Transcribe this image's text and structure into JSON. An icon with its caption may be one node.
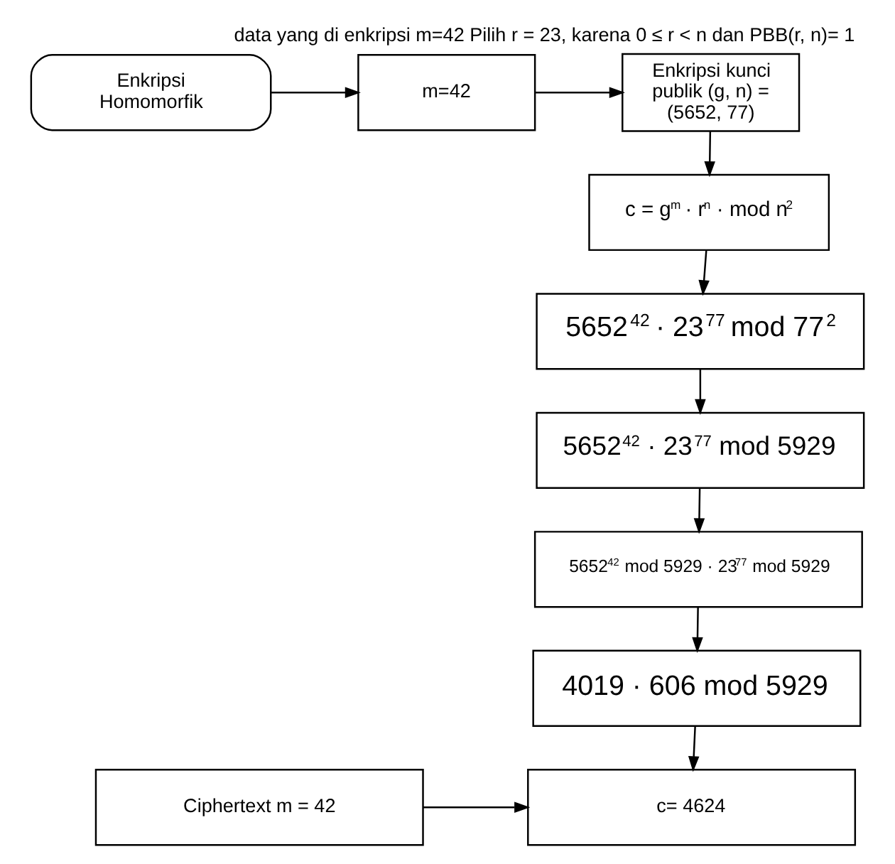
{
  "diagram": {
    "title": "data yang di enkripsi m=42 Pilih r = 23, karena 0 ≤ r < n dan PBB(r, n)= 1",
    "nodes": [
      {
        "text": [
          "Enkripsi Homomorfik"
        ]
      },
      {
        "text": [
          "m=42"
        ]
      },
      {
        "text": [
          "Enkripsi kunci publik (g, n) = (5652, 77)"
        ]
      },
      {
        "text": [
          "c = g$^{m}$ · r$^{n}$ · mod n$^{2}$"
        ]
      },
      {
        "text": [
          "5652$^{42}$ · 23$^{77}$ mod 77$^{2}$"
        ]
      },
      {
        "text": [
          "5652$^{42}$ · 23$^{77}$ mod 5929"
        ]
      },
      {
        "text": [
          "5652$^{42}$ mod 5929 · 23$^{77}$ mod 5929"
        ]
      },
      {
        "text": [
          "4019 · 606 mod 5929"
        ]
      },
      {
        "text": [
          "Ciphertext m = 42"
        ]
      },
      {
        "text": [
          "c= 4624"
        ]
      }
    ],
    "edges": [
      {
        "from": 0,
        "to": 1,
        "arrow": "to"
      },
      {
        "from": 1,
        "to": 2,
        "arrow": "to"
      },
      {
        "from": 2,
        "to": 3,
        "arrow": "to"
      },
      {
        "from": 3,
        "to": 4,
        "arrow": "to"
      },
      {
        "from": 4,
        "to": 5,
        "arrow": "to"
      },
      {
        "from": 5,
        "to": 6,
        "arrow": "to"
      },
      {
        "from": 6,
        "to": 7,
        "arrow": "to"
      },
      {
        "from": 7,
        "to": 9,
        "arrow": "to"
      },
      {
        "from": 8,
        "to": 9,
        "arrow": "to"
      }
    ]
  }
}
